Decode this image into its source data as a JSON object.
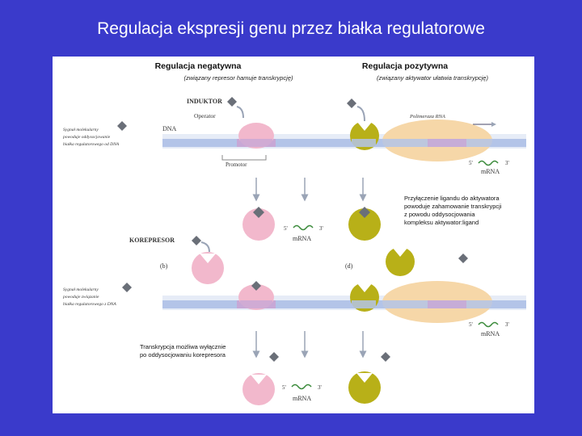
{
  "slide": {
    "title": "Regulacja ekspresji genu przez białka regulatorowe"
  },
  "negative": {
    "title": "Regulacja negatywna",
    "subtitle": "(związany represor hamuje transkrypcję)",
    "inductor": "INDUKTOR",
    "operator": "Operator",
    "dna": "DNA",
    "promoter": "Promotor",
    "signal_note": [
      "Sygnał molekularny",
      "powoduje oddysocjowanie",
      "białka regulatorowego od DNA"
    ],
    "mrna": "mRNA",
    "five": "5'",
    "three": "3'"
  },
  "positive": {
    "title": "Regulacja pozytywna",
    "subtitle": "(związany aktywator ułatwia transkrypcję)",
    "polymerase": "Polimeraza RNA",
    "mrna": "mRNA",
    "five": "5'",
    "three": "3'",
    "ligand_note": [
      "Przyłączenie ligandu do aktywatora",
      "powoduje zahamowanie transkrypcji",
      "z powodu oddysocjowania",
      "kompleksu aktywator:ligand"
    ]
  },
  "corepressor": {
    "label": "KOREPRESOR",
    "panel_b": "(b)",
    "signal_note": [
      "Sygnał molekularny",
      "powoduje związanie",
      "białka regulatorowego z DNA"
    ],
    "transcription_note": [
      "Transkrypcja możliwa wyłącznie",
      "po oddysocjowaniu korepresora"
    ],
    "mrna": "mRNA",
    "five": "5'",
    "three": "3'"
  },
  "panel_d": {
    "label": "(d)",
    "mrna": "mRNA",
    "five": "5'",
    "three": "3'"
  },
  "colors": {
    "background": "#3a3acb",
    "repressor_pink": "#f2b8cc",
    "activator_olive": "#b8b018",
    "polymerase_peach": "#f6d7a8",
    "dna_blue": "#b3c4e8",
    "ligand_gray": "#6a6f78"
  }
}
